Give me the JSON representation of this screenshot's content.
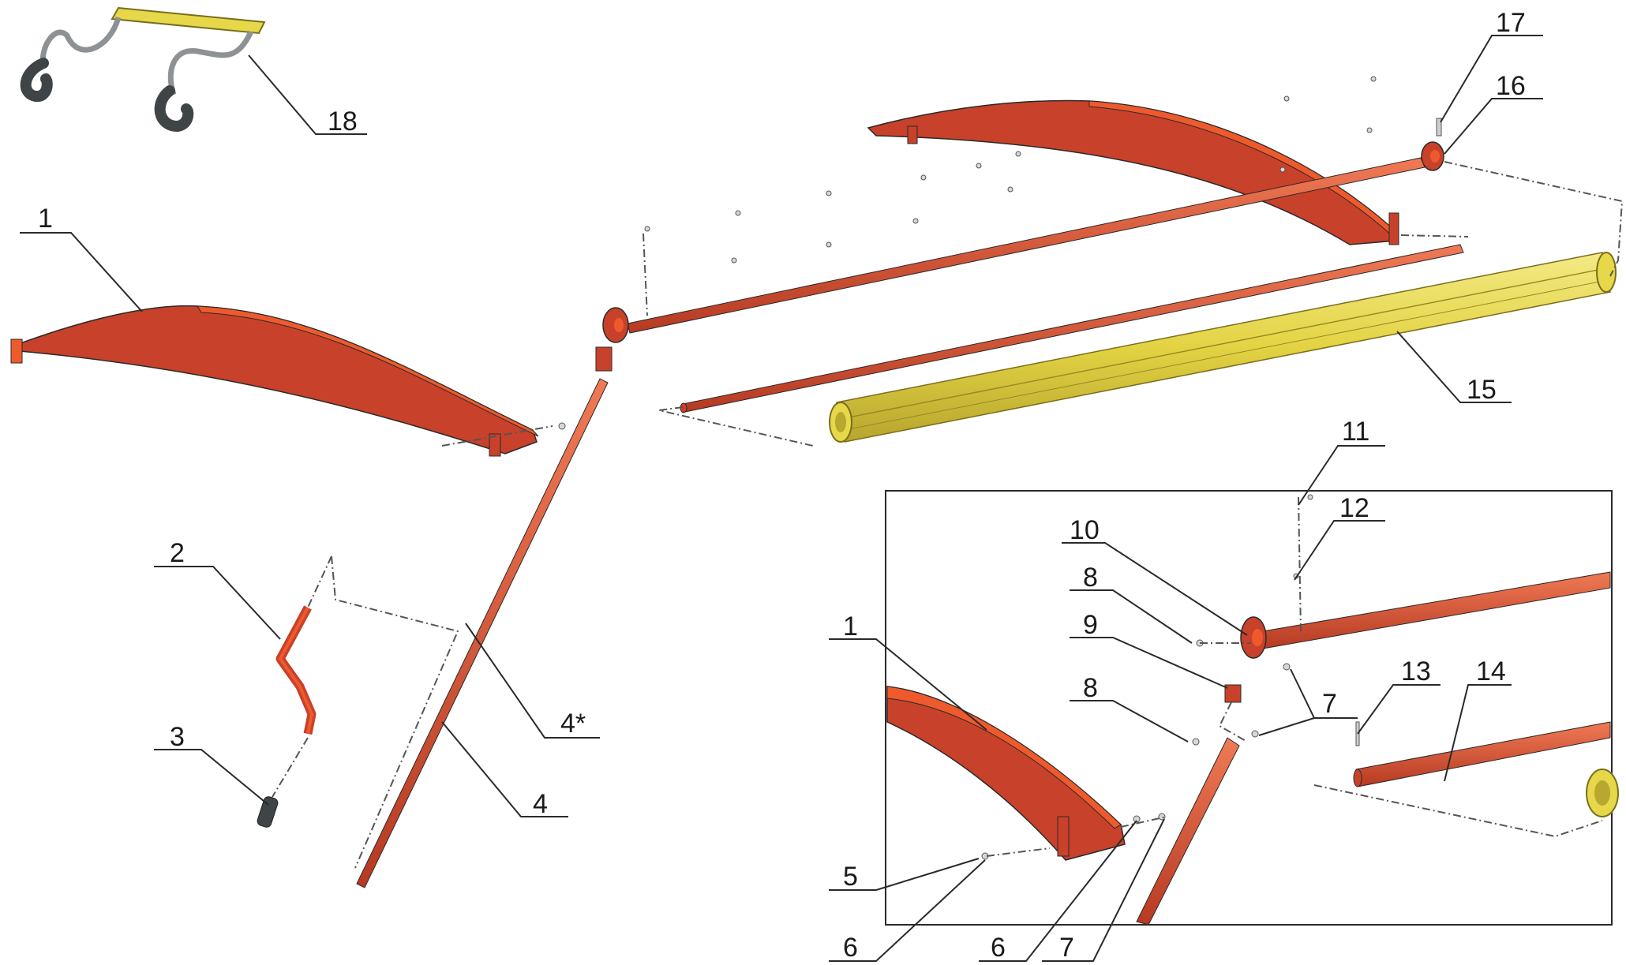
{
  "diagram": {
    "callouts": [
      {
        "id": "c18",
        "label": "18"
      },
      {
        "id": "c17",
        "label": "17"
      },
      {
        "id": "c16",
        "label": "16"
      },
      {
        "id": "c15",
        "label": "15"
      },
      {
        "id": "c1a",
        "label": "1"
      },
      {
        "id": "c2",
        "label": "2"
      },
      {
        "id": "c3",
        "label": "3"
      },
      {
        "id": "c4s",
        "label": "4*"
      },
      {
        "id": "c4",
        "label": "4"
      },
      {
        "id": "c11",
        "label": "11"
      },
      {
        "id": "c12",
        "label": "12"
      },
      {
        "id": "c10",
        "label": "10"
      },
      {
        "id": "c8a",
        "label": "8"
      },
      {
        "id": "c9",
        "label": "9"
      },
      {
        "id": "c8b",
        "label": "8"
      },
      {
        "id": "c1b",
        "label": "1"
      },
      {
        "id": "c7a",
        "label": "7"
      },
      {
        "id": "c13",
        "label": "13"
      },
      {
        "id": "c14",
        "label": "14"
      },
      {
        "id": "c5",
        "label": "5"
      },
      {
        "id": "c6a",
        "label": "6"
      },
      {
        "id": "c6b",
        "label": "6"
      },
      {
        "id": "c7b",
        "label": "7"
      }
    ],
    "colors": {
      "part_red": "#c8412a",
      "part_orange": "#ef5a2c",
      "part_dark_red": "#a8331f",
      "tube_yellow": "#e7d84a",
      "tube_yellow_dark": "#b8a830",
      "hook_gray": "#4a4f52",
      "line_dark": "#2a2a2a"
    }
  }
}
